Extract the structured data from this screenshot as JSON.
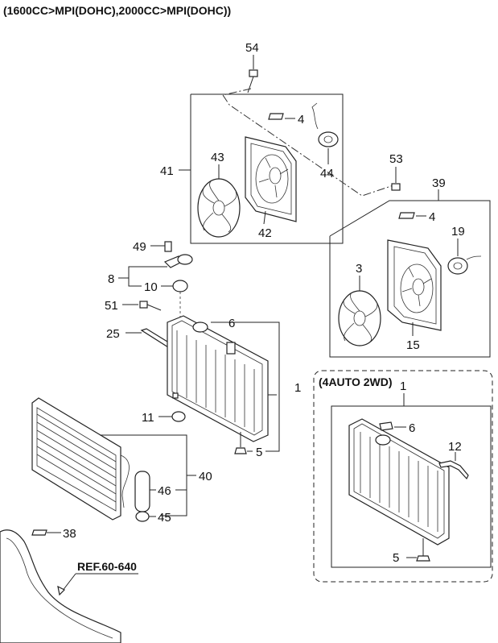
{
  "header": "(1600CC>MPI(DOHC),2000CC>MPI(DOHC))",
  "inset_title": "(4AUTO 2WD)",
  "ref_label": "REF.60-640",
  "callouts": {
    "c54": "54",
    "c4a": "4",
    "c41": "41",
    "c43": "43",
    "c44": "44",
    "c42": "42",
    "c53": "53",
    "c39": "39",
    "c4b": "4",
    "c19": "19",
    "c3": "3",
    "c15": "15",
    "c49": "49",
    "c8": "8",
    "c10": "10",
    "c51": "51",
    "c25": "25",
    "c6a": "6",
    "c1a": "1",
    "c11": "11",
    "c5a": "5",
    "c40": "40",
    "c46": "46",
    "c45": "45",
    "c38": "38",
    "c1b": "1",
    "c6b": "6",
    "c12": "12",
    "c5b": "5"
  }
}
